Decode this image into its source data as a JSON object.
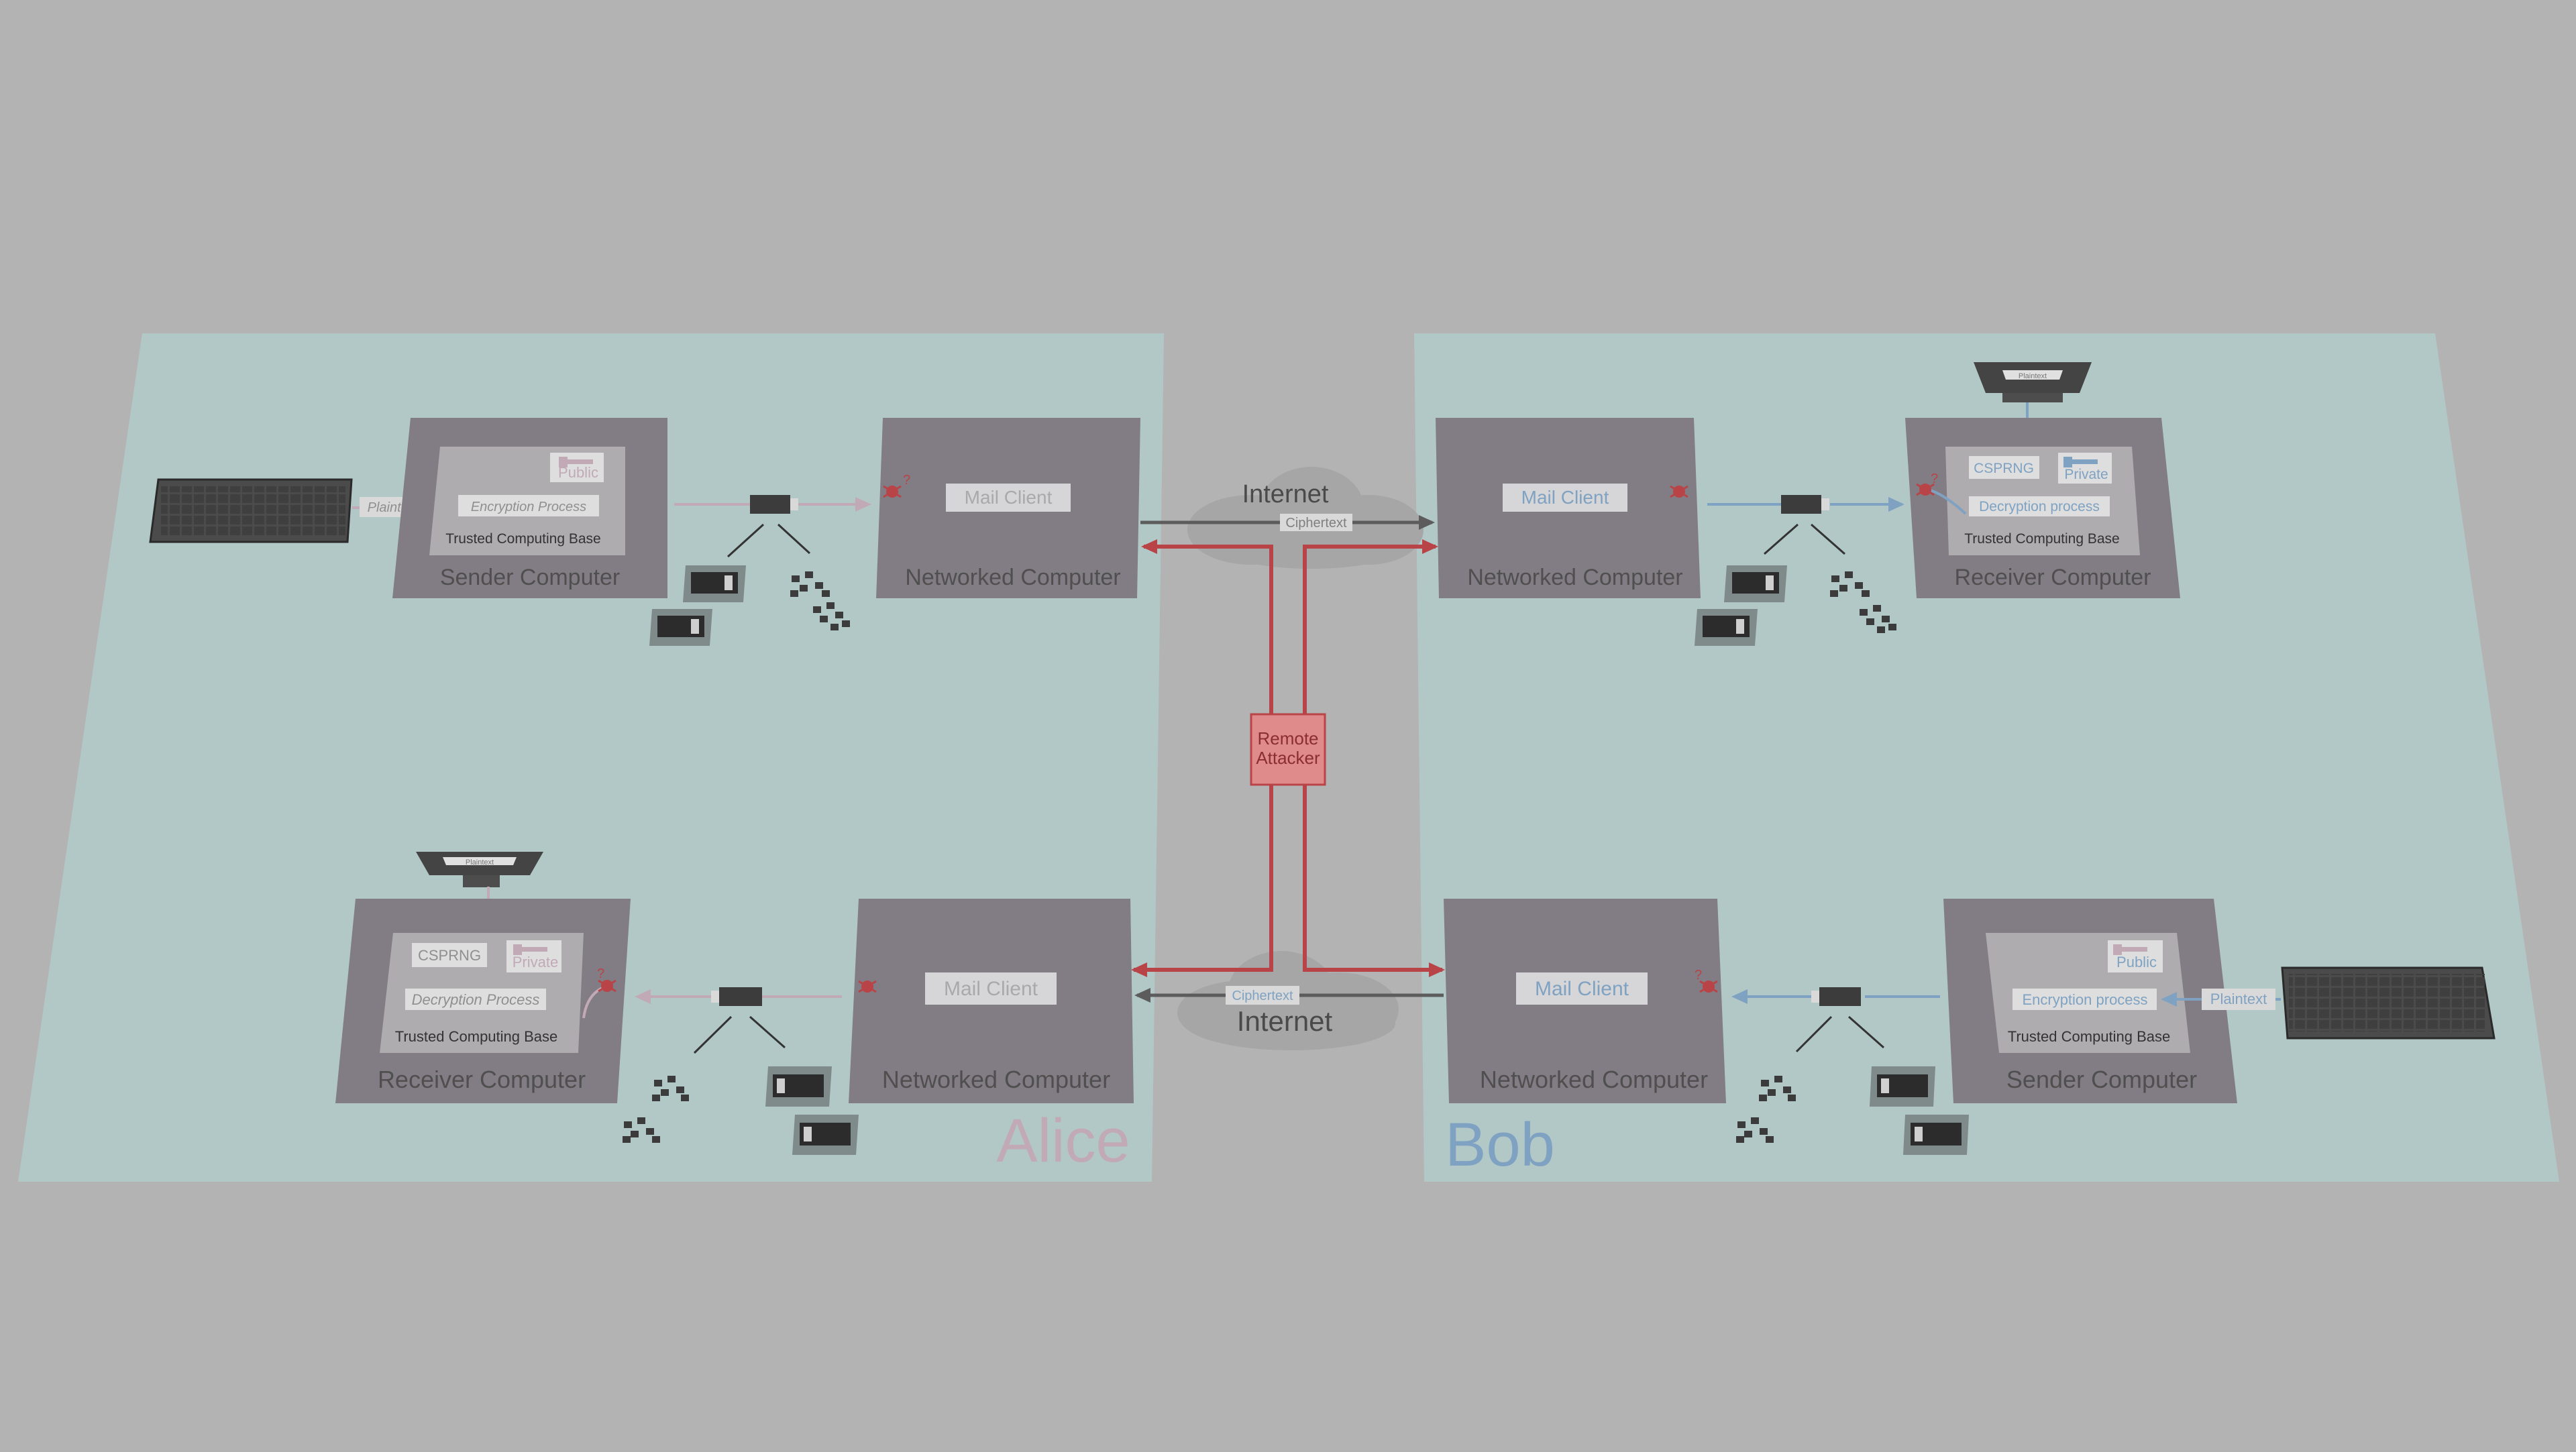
{
  "regions": {
    "alice": "Alice",
    "bob": "Bob"
  },
  "colors": {
    "background": "#b3b3b3",
    "region": "#b2c8c7",
    "computer": "#827d84",
    "tcb": "#aeacae",
    "alice_accent": "#c1a9b6",
    "bob_accent": "#7fa2c2",
    "attack": "#b84448",
    "attacker_box": "#df8b8c",
    "cloud": "#a6a6a6",
    "dark_line": "#5c5c5c"
  },
  "internet_label": "Internet",
  "ciphertext_label": "Ciphertext",
  "plaintext_label": "Plaintext",
  "attacker": {
    "line1": "Remote",
    "line2": "Attacker"
  },
  "alice": {
    "sender": {
      "title": "Sender Computer",
      "tcb": "Trusted Computing Base",
      "process": "Encryption Process",
      "key": "Public"
    },
    "networked_top": {
      "title": "Networked Computer",
      "client": "Mail Client"
    },
    "receiver": {
      "title": "Receiver Computer",
      "tcb": "Trusted Computing Base",
      "process": "Decryption Process",
      "csprng": "CSPRNG",
      "key": "Private"
    },
    "networked_bottom": {
      "title": "Networked Computer",
      "client": "Mail Client"
    },
    "display_text": "Plaintext"
  },
  "bob": {
    "networked_top": {
      "title": "Networked Computer",
      "client": "Mail Client"
    },
    "receiver": {
      "title": "Receiver Computer",
      "tcb": "Trusted Computing Base",
      "process": "Decryption process",
      "csprng": "CSPRNG",
      "key": "Private"
    },
    "networked_bottom": {
      "title": "Networked Computer",
      "client": "Mail Client"
    },
    "sender": {
      "title": "Sender Computer",
      "tcb": "Trusted Computing Base",
      "process": "Encryption process",
      "key": "Public"
    },
    "display_text": "Plaintext"
  },
  "question_mark": "?"
}
